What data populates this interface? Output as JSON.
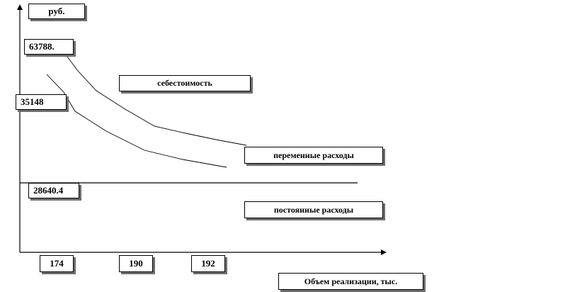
{
  "chart_data": {
    "type": "line",
    "title": "",
    "ylabel": "руб.",
    "xlabel": "Объем реализации, тыс.",
    "x_tick_labels": [
      "174",
      "190",
      "192"
    ],
    "y_value_labels": [
      "63788.",
      "35148",
      "28640.4"
    ],
    "series": [
      {
        "name": "себестоимость",
        "line": "top-curve"
      },
      {
        "name": "переменные расходы",
        "line": "middle-curve"
      },
      {
        "name": "постоянные расходы",
        "line": "horizontal-line"
      }
    ],
    "grid": false,
    "legend": "labels placed next to lines"
  }
}
